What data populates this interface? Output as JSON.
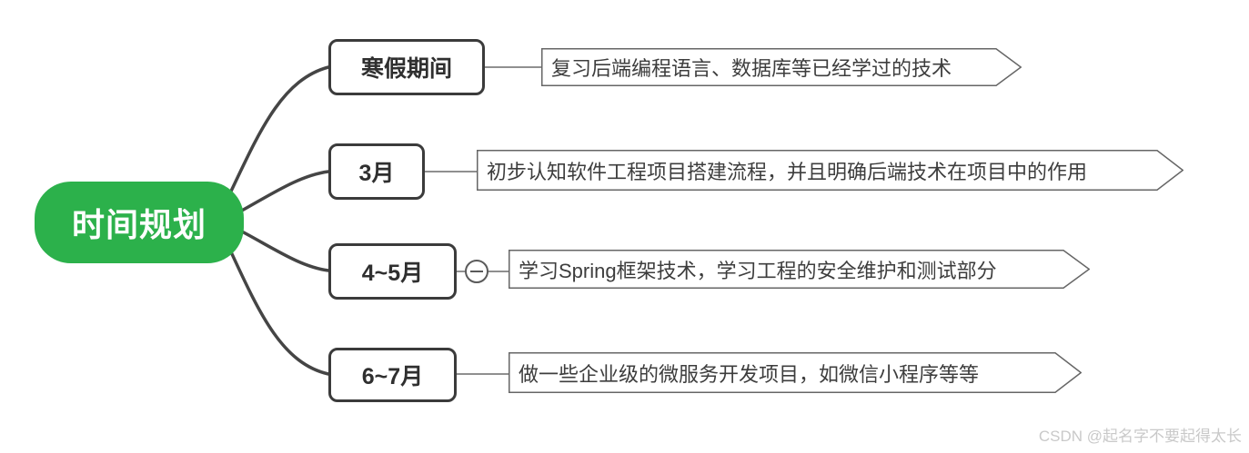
{
  "mindmap": {
    "root": {
      "label": "时间规划"
    },
    "branches": [
      {
        "label": "寒假期间",
        "topic": "复习后端编程语言、数据库等已经学过的技术"
      },
      {
        "label": "3月",
        "topic": "初步认知软件工程项目搭建流程，并且明确后端技术在项目中的作用"
      },
      {
        "label": "4~5月",
        "topic": "学习Spring框架技术，学习工程的安全维护和测试部分",
        "collapse_icon": "minus-circle-icon"
      },
      {
        "label": "6~7月",
        "topic": "做一些企业级的微服务开发项目，如微信小程序等等"
      }
    ]
  },
  "watermark": {
    "text": "CSDN @起名字不要起得太长"
  },
  "colors": {
    "root-green": "#2CB14B",
    "branch-border": "#3B3B3B",
    "curve-dark": "#454545",
    "leaf-border": "#666666",
    "watermark-gray": "#C9C9C9"
  }
}
